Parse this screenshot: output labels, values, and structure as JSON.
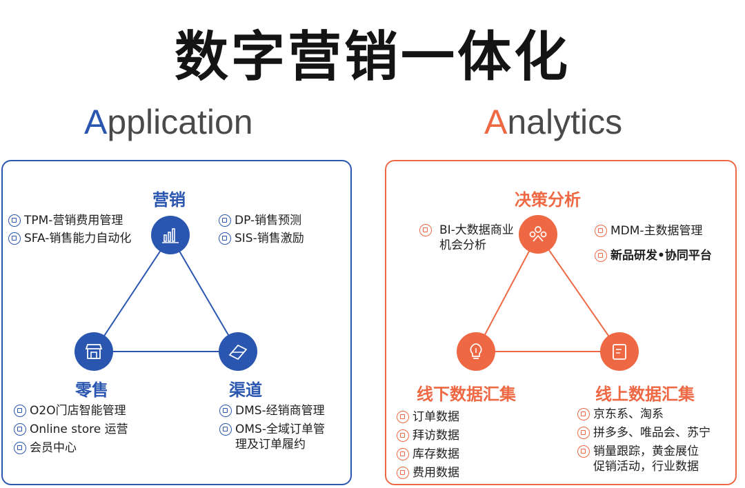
{
  "title": "数字营销一体化",
  "application": {
    "cap": "A",
    "rest": "pplication",
    "nodes": {
      "top": {
        "label": "营销"
      },
      "left": {
        "label": "零售"
      },
      "right": {
        "label": "渠道"
      }
    },
    "items": {
      "tpm": "TPM-营销费用管理",
      "sfa": "SFA-销售能力自动化",
      "dp": "DP-销售预测",
      "sis": "SIS-销售激励",
      "o2o": "O2O门店智能管理",
      "online": "Online store 运营",
      "member": "会员中心",
      "dms": "DMS-经销商管理",
      "oms_1": "OMS-全域订单管",
      "oms_2": "理及订单履约"
    }
  },
  "analytics": {
    "cap": "A",
    "rest": "nalytics",
    "nodes": {
      "top": {
        "label": "决策分析"
      },
      "left": {
        "label": "线下数据汇集"
      },
      "right": {
        "label": "线上数据汇集"
      }
    },
    "items": {
      "bi_1": "BI-大数据商业",
      "bi_2": "机会分析",
      "mdm": "MDM-主数据管理",
      "newproduct": "新品研发•协同平台",
      "order": "订单数据",
      "visit": "拜访数据",
      "inventory": "库存数据",
      "expense": "费用数据",
      "ecom1": "京东系、淘系",
      "ecom2": "拼多多、唯品会、苏宁",
      "sales_1": "销量跟踪，黄金展位",
      "sales_2": "促销活动，行业数据"
    }
  },
  "colors": {
    "blue": "#2a56b0",
    "orange": "#ee6843"
  }
}
